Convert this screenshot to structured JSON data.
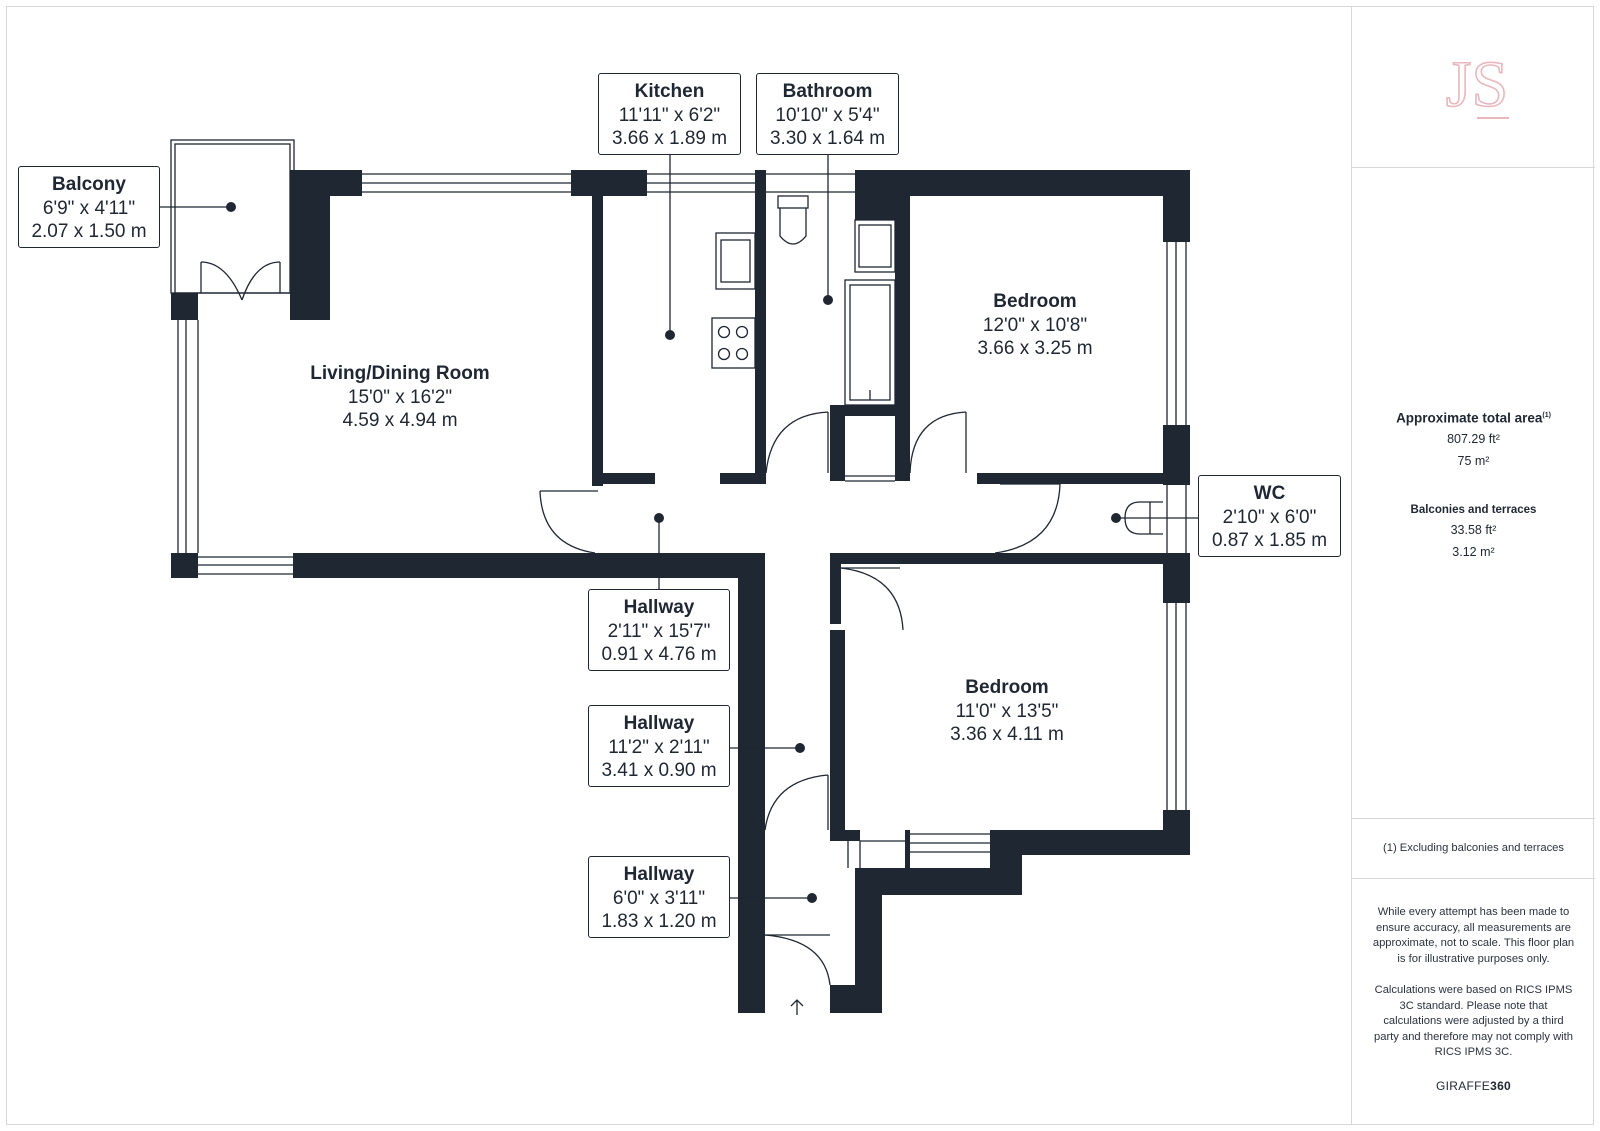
{
  "rooms": {
    "living": {
      "name": "Living/Dining Room",
      "imperial": "15'0\" x 16'2\"",
      "metric": "4.59 x 4.94 m"
    },
    "bedroom1": {
      "name": "Bedroom",
      "imperial": "12'0\" x 10'8\"",
      "metric": "3.66 x 3.25 m"
    },
    "bedroom2": {
      "name": "Bedroom",
      "imperial": "11'0\" x 13'5\"",
      "metric": "3.36 x 4.11 m"
    }
  },
  "labels": {
    "balcony": {
      "name": "Balcony",
      "imperial": "6'9\" x 4'11\"",
      "metric": "2.07 x 1.50 m"
    },
    "kitchen": {
      "name": "Kitchen",
      "imperial": "11'11\" x 6'2\"",
      "metric": "3.66 x 1.89 m"
    },
    "bathroom": {
      "name": "Bathroom",
      "imperial": "10'10\" x 5'4\"",
      "metric": "3.30 x 1.64 m"
    },
    "wc": {
      "name": "WC",
      "imperial": "2'10\" x 6'0\"",
      "metric": "0.87 x 1.85 m"
    },
    "hallway1": {
      "name": "Hallway",
      "imperial": "2'11\" x 15'7\"",
      "metric": "0.91 x 4.76 m"
    },
    "hallway2": {
      "name": "Hallway",
      "imperial": "11'2\" x 2'11\"",
      "metric": "3.41 x 0.90 m"
    },
    "hallway3": {
      "name": "Hallway",
      "imperial": "6'0\" x 3'11\"",
      "metric": "1.83 x 1.20 m"
    }
  },
  "sidebar": {
    "logo_text": "JS",
    "total_title": "Approximate total area",
    "total_sup": "(1)",
    "total_ft": "807.29 ft²",
    "total_m": "75 m²",
    "balc_title": "Balconies and terraces",
    "balc_ft": "33.58 ft²",
    "balc_m": "3.12 m²",
    "footnote": "(1) Excluding balconies and terraces",
    "disclaimer1": "While every attempt has been made to ensure accuracy, all measurements are approximate, not to scale. This floor plan is for illustrative purposes only.",
    "disclaimer2": "Calculations were based on RICS IPMS 3C standard. Please note that calculations were adjusted by a third party and therefore may not comply with RICS IPMS 3C.",
    "brand_a": "GIRAFFE",
    "brand_b": "360"
  },
  "colors": {
    "wall": "#1f2733",
    "logo": "#e8b8be",
    "line": "#1f2733"
  }
}
